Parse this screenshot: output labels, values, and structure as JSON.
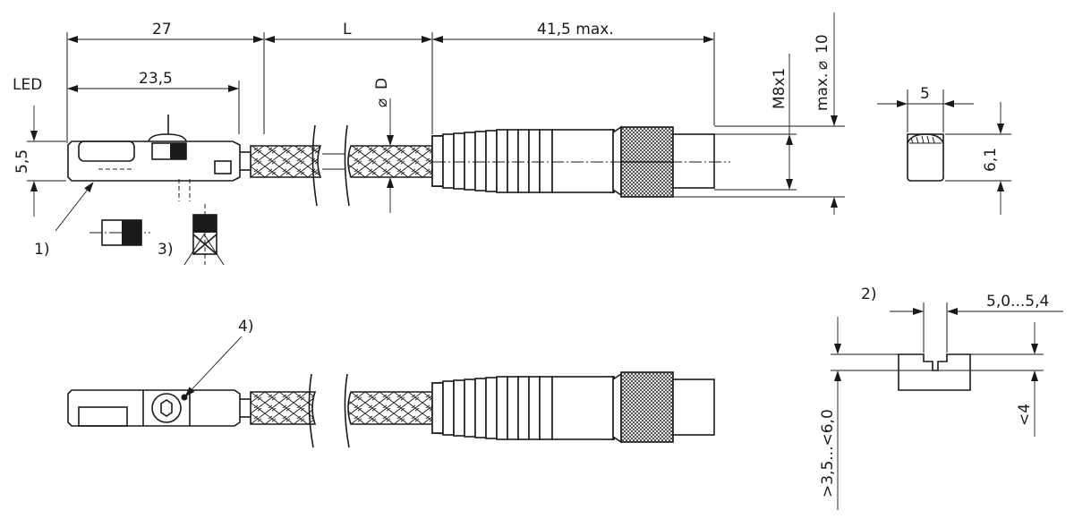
{
  "dimensions": {
    "sensor_length": "27",
    "cable_length": "L",
    "connector_length": "41,5 max.",
    "sensor_offset": "23,5",
    "cable_diameter": "D",
    "thread": "M8x1",
    "max_diameter_prefix": "max.",
    "max_diameter_value": "10",
    "sensor_height": "5,5",
    "end_width": "5",
    "end_height": "6,1",
    "slot_width": "5,0...5,4",
    "slot_depth": "<4",
    "slot_height": ">3,5...<6,0"
  },
  "labels": {
    "led": "LED",
    "note1": "1)",
    "note2": "2)",
    "note3": "3)",
    "note4": "4)"
  },
  "symbols": {
    "diameter": "⌀"
  }
}
